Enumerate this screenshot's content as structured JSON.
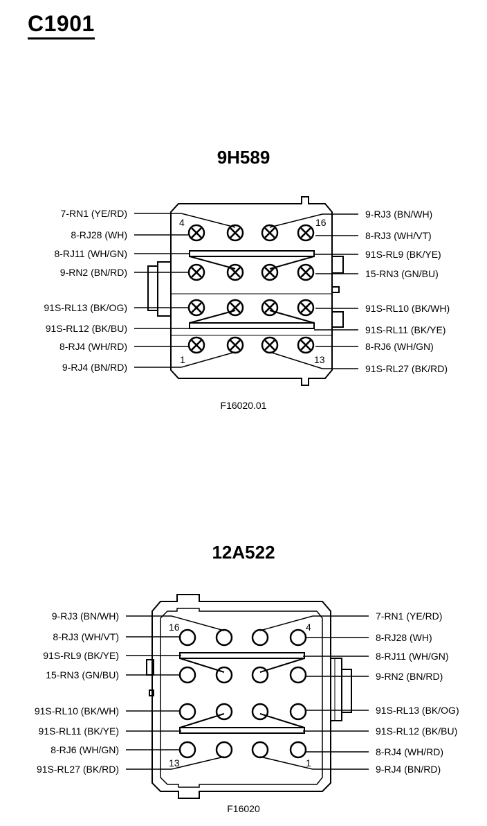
{
  "page_title": "C1901",
  "connectors": [
    {
      "name": "9H589",
      "figure_id": "F16020.01",
      "pin_style": "crossed",
      "pin_number_labels": [
        "4",
        "16",
        "1",
        "13"
      ],
      "left_labels": [
        "7-RN1 (YE/RD)",
        "8-RJ28 (WH)",
        "8-RJ11 (WH/GN)",
        "9-RN2 (BN/RD)",
        "91S-RL13 (BK/OG)",
        "91S-RL12 (BK/BU)",
        "8-RJ4 (WH/RD)",
        "9-RJ4 (BN/RD)"
      ],
      "right_labels": [
        "9-RJ3 (BN/WH)",
        "8-RJ3 (WH/VT)",
        "91S-RL9 (BK/YE)",
        "15-RN3 (GN/BU)",
        "91S-RL10 (BK/WH)",
        "91S-RL11 (BK/YE)",
        "8-RJ6 (WH/GN)",
        "91S-RL27 (BK/RD)"
      ]
    },
    {
      "name": "12A522",
      "figure_id": "F16020",
      "pin_style": "open",
      "pin_number_labels": [
        "16",
        "4",
        "13",
        "1"
      ],
      "left_labels": [
        "9-RJ3 (BN/WH)",
        "8-RJ3 (WH/VT)",
        "91S-RL9 (BK/YE)",
        "15-RN3 (GN/BU)",
        "91S-RL10 (BK/WH)",
        "91S-RL11 (BK/YE)",
        "8-RJ6 (WH/GN)",
        "91S-RL27 (BK/RD)"
      ],
      "right_labels": [
        "7-RN1 (YE/RD)",
        "8-RJ28 (WH)",
        "8-RJ11 (WH/GN)",
        "9-RN2 (BN/RD)",
        "91S-RL13 (BK/OG)",
        "91S-RL12 (BK/BU)",
        "8-RJ4 (WH/RD)",
        "9-RJ4 (BN/RD)"
      ]
    }
  ]
}
